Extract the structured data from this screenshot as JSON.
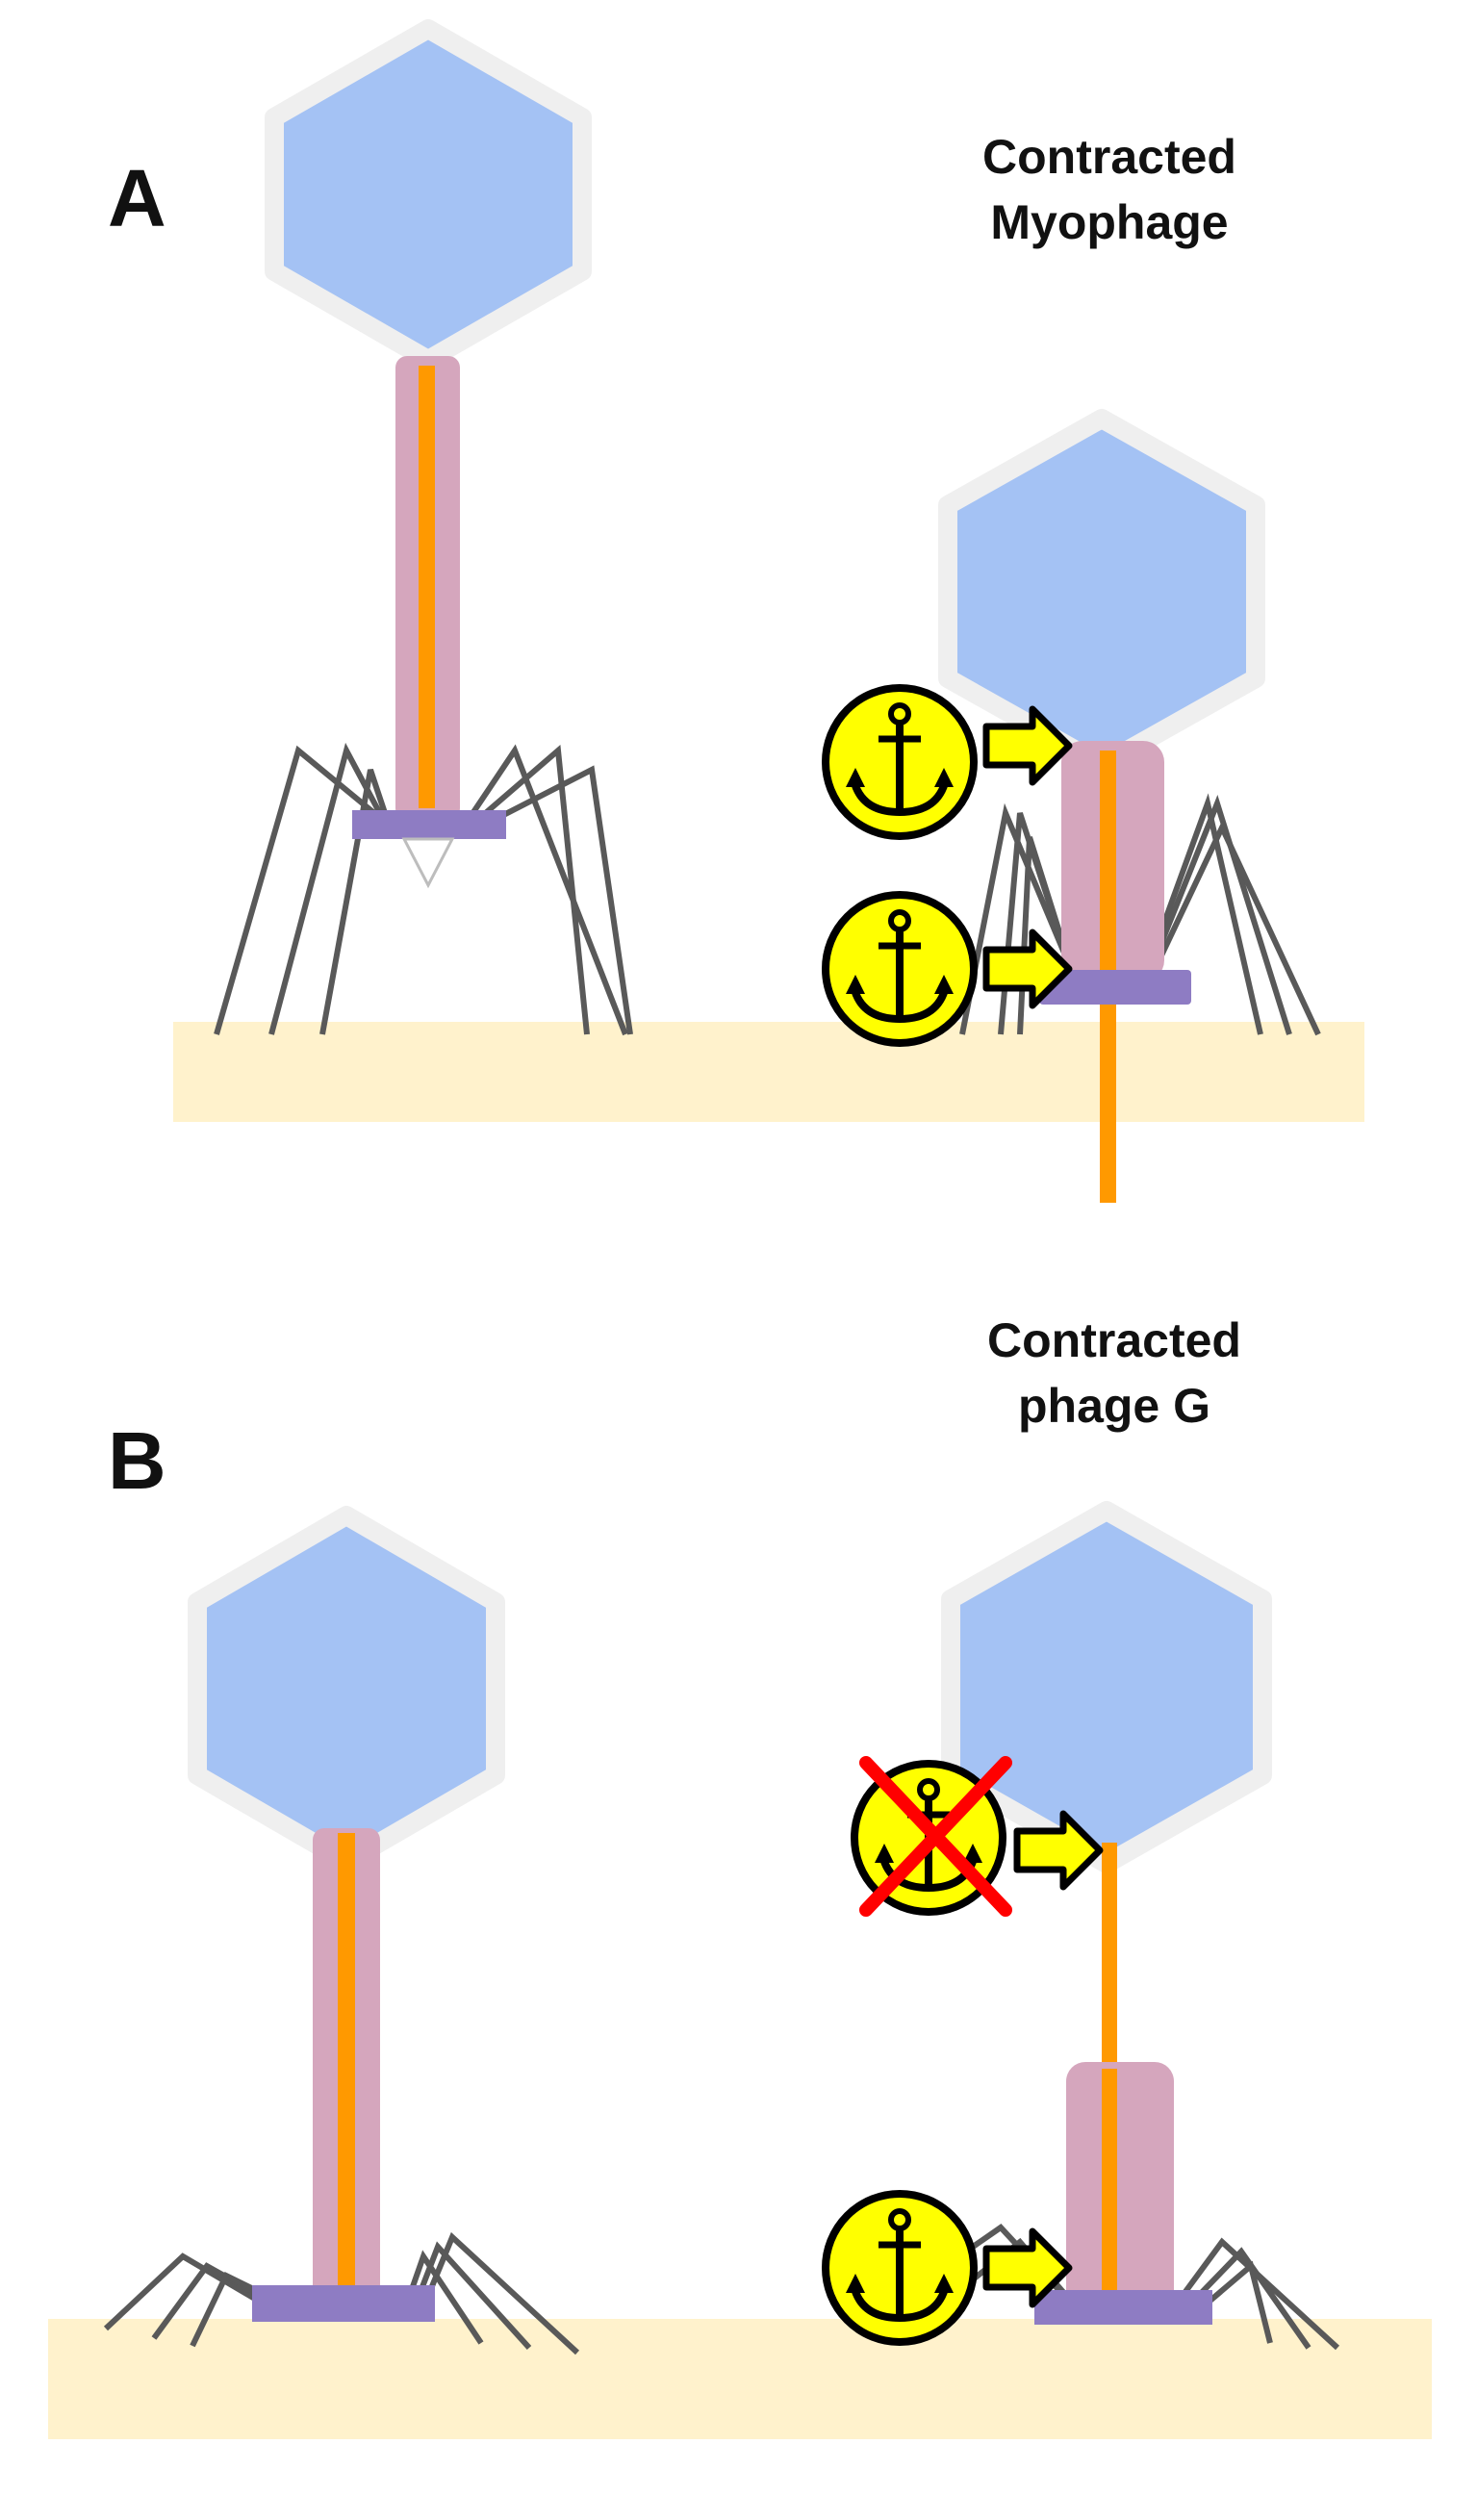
{
  "panels": [
    {
      "letter": "A",
      "caption_lines": [
        "Contracted",
        "Myophage"
      ]
    },
    {
      "letter": "B",
      "caption_lines": [
        "Contracted",
        "phage G"
      ]
    }
  ],
  "colors": {
    "capsid_fill": "#a4c2f4",
    "capsid_border": "#efefef",
    "sheath": "#d5a6bd",
    "tube": "#ff9900",
    "baseplate": "#8e7cc3",
    "membrane": "#fff2cc",
    "fibers": "#595959",
    "anchor_badge": "#ffff00",
    "cross": "#ff0000"
  },
  "icons": [
    "anchor-icon",
    "arrow-right-icon",
    "cross-mark-icon"
  ]
}
